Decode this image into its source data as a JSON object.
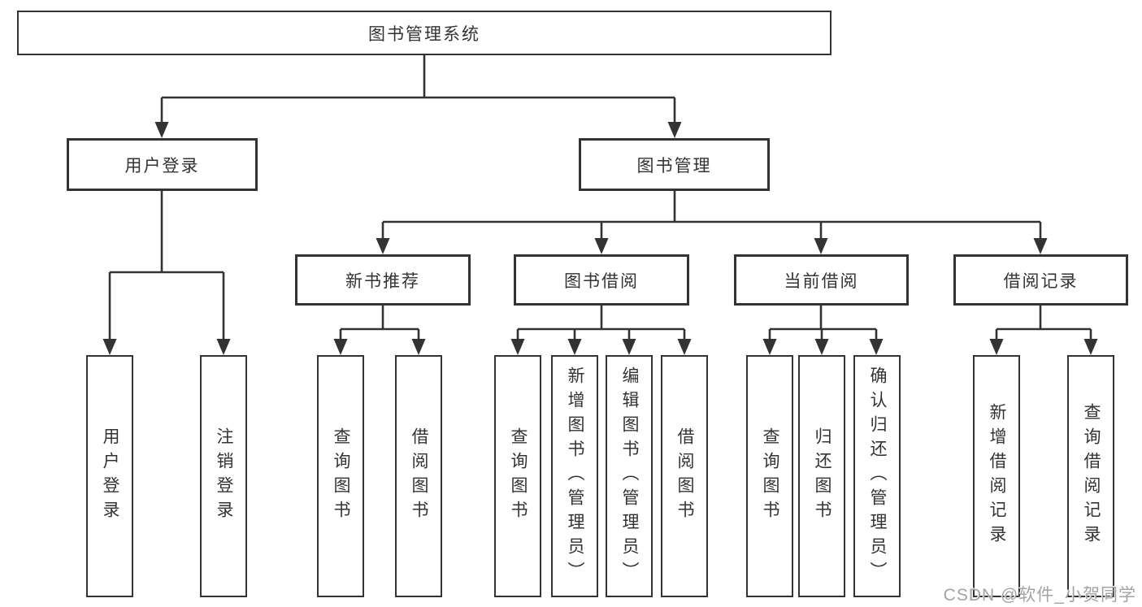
{
  "diagram": {
    "root": {
      "label": "图书管理系统"
    },
    "level2": [
      {
        "id": "user-login",
        "label": "用户登录"
      },
      {
        "id": "book-mgmt",
        "label": "图书管理"
      }
    ],
    "login_children": [
      "用户登录",
      "注销登录"
    ],
    "categories": [
      {
        "label": "新书推荐",
        "children": [
          "查询图书",
          "借阅图书"
        ]
      },
      {
        "label": "图书借阅",
        "children": [
          "查询图书",
          "新增图书（管理员）",
          "编辑图书（管理员）",
          "借阅图书"
        ]
      },
      {
        "label": "当前借阅",
        "children": [
          "查询图书",
          "归还图书",
          "确认归还（管理员）"
        ]
      },
      {
        "label": "借阅记录",
        "children": [
          "新增借阅记录",
          "查询借阅记录"
        ]
      }
    ],
    "watermark": "CSDN @软件_小贺同学",
    "colors": {
      "line": "#333333",
      "text": "#333333",
      "watermark": "#a3a3a3",
      "background": "#ffffff"
    }
  }
}
